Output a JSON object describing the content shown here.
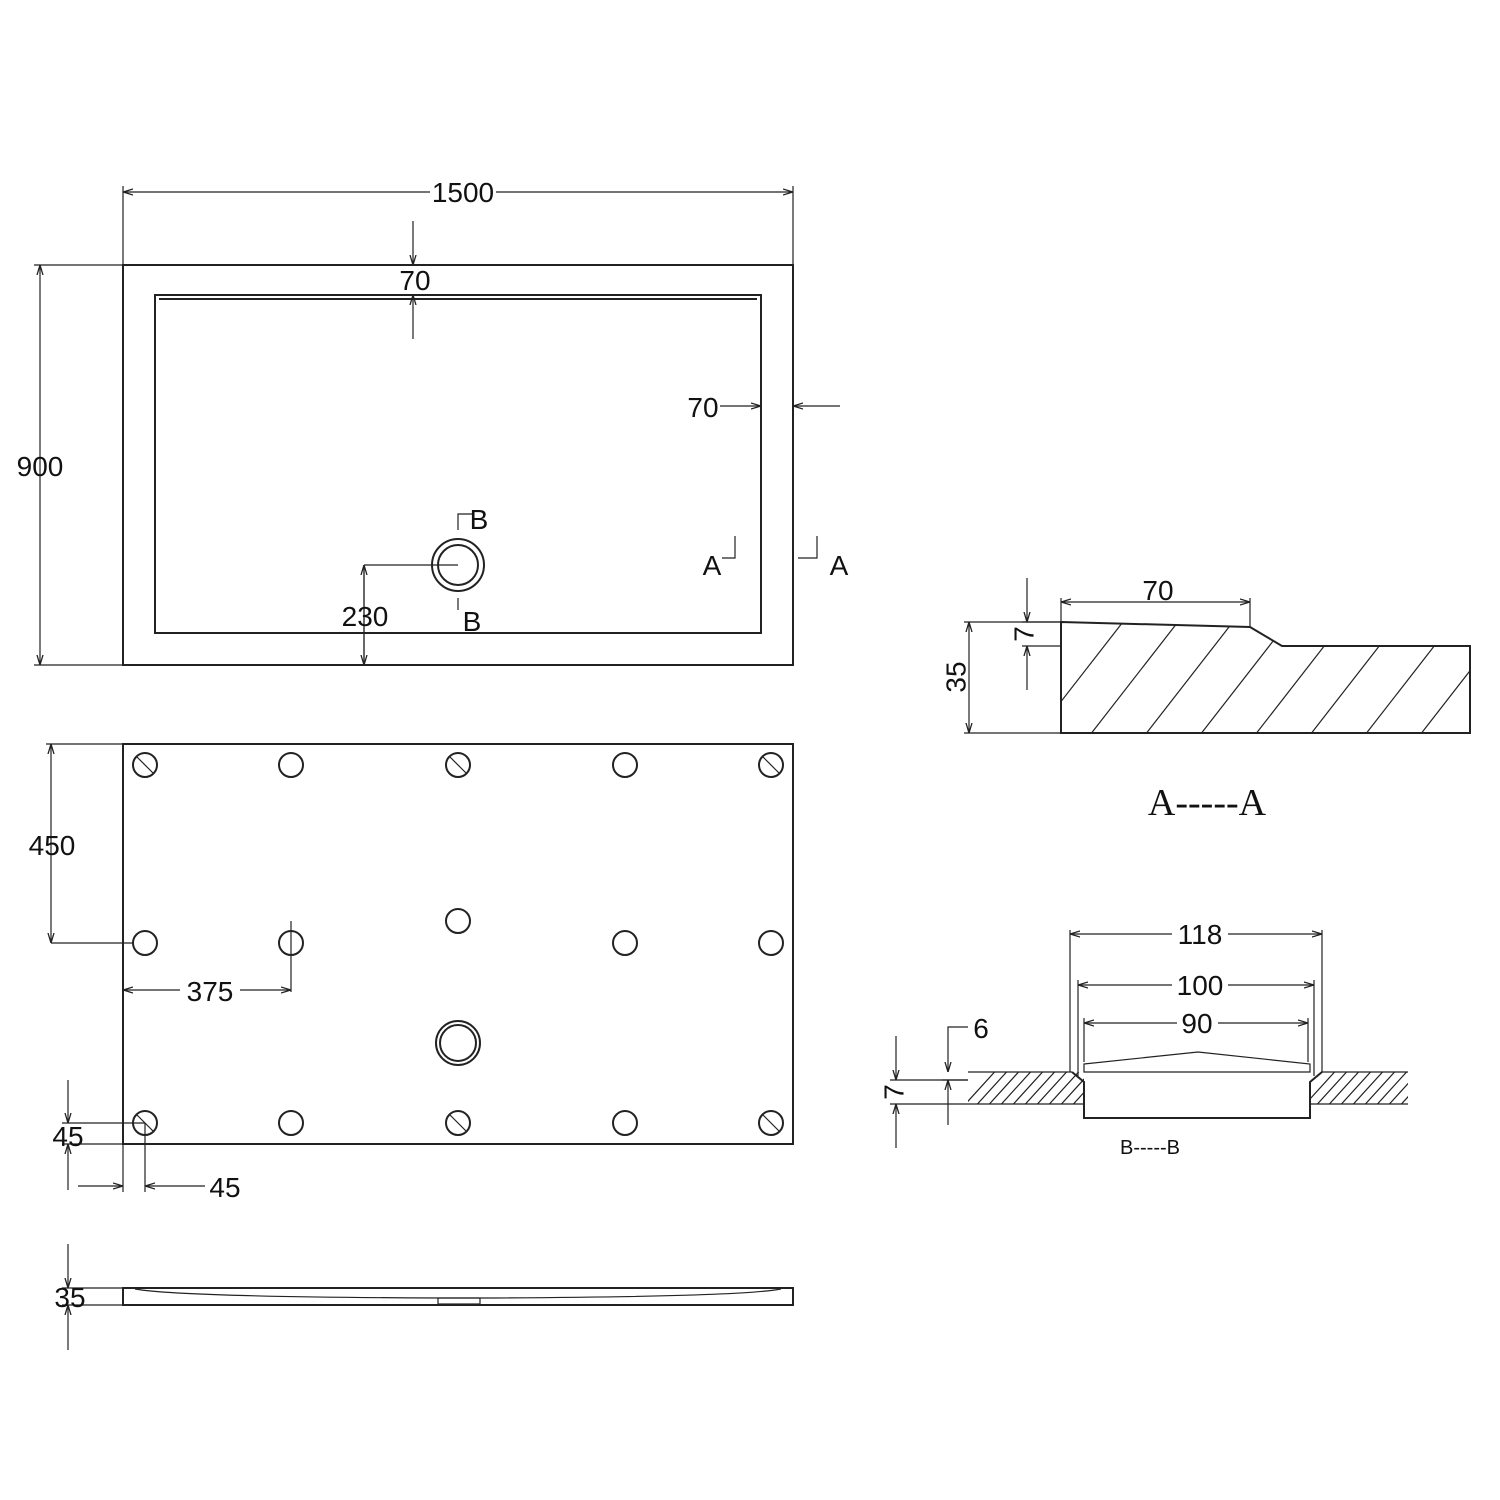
{
  "top_view": {
    "dim_width": "1500",
    "dim_height": "900",
    "dim_rim_top": "70",
    "dim_rim_right": "70",
    "dim_waste_offset": "230",
    "section_mark_a": "A",
    "section_mark_b": "B"
  },
  "bottom_view": {
    "dim_leg_vertical": "450",
    "dim_leg_horizontal": "375",
    "dim_edge_vertical": "45",
    "dim_edge_horizontal": "45"
  },
  "side_view": {
    "dim_thickness": "35"
  },
  "section_aa": {
    "title": "A-----A",
    "dim_rim_width": "70",
    "dim_rim_step": "7",
    "dim_thickness": "35"
  },
  "section_bb": {
    "title": "B-----B",
    "dim_outer": "118",
    "dim_middle": "100",
    "dim_inner": "90",
    "dim_flange": "6",
    "dim_depth": "7"
  },
  "colors": {
    "line": "#222222",
    "background": "#ffffff"
  }
}
